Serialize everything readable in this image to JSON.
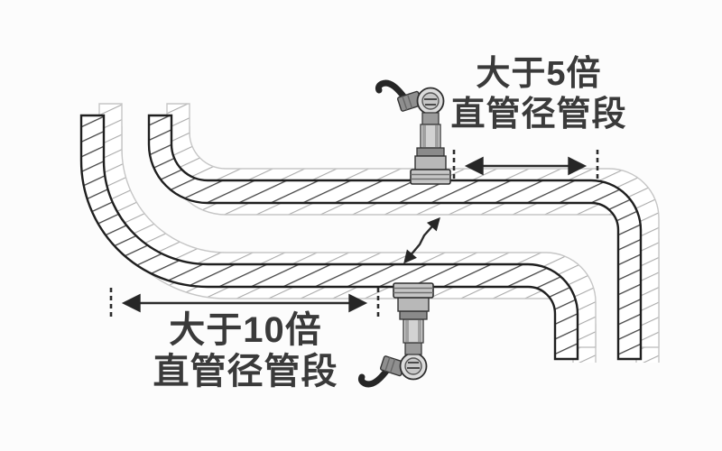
{
  "annotations": {
    "five_d": {
      "line1": "大于5倍",
      "line2": "直管径管段"
    },
    "ten_d": {
      "line1": "大于10倍",
      "line2": "直管径管段"
    }
  },
  "colors": {
    "background": "#fcfcfc",
    "ink": "#2b2b2b",
    "text": "#3a3a3a",
    "pipe_outline": "#1f1f1f",
    "hatch_dark": "#454545",
    "hatch_light": "#ababab",
    "sensor_light": "#dcdcdc",
    "sensor_mid": "#b8b8b8",
    "sensor_dark": "#8a8a8a",
    "cable": "#262626"
  }
}
